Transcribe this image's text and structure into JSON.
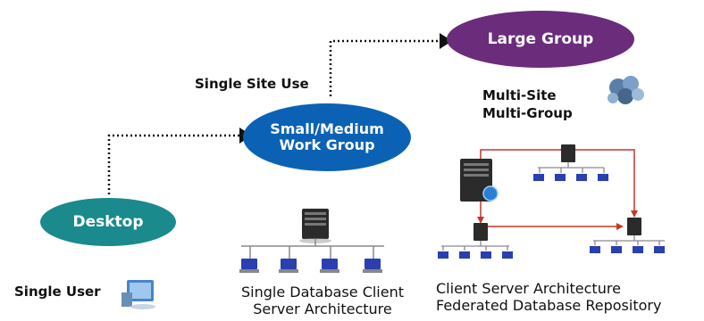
{
  "nodes": {
    "desktop": {
      "label": "Desktop",
      "color": "#1a8a8c"
    },
    "small_medium": {
      "line1": "Small/Medium",
      "line2": "Work Group",
      "color": "#0b62b5"
    },
    "large_group": {
      "label": "Large Group",
      "color": "#6a2c7b"
    }
  },
  "labels": {
    "single_user": "Single User",
    "single_site_use": "Single Site Use",
    "multi_site": "Multi-Site",
    "multi_group": "Multi-Group",
    "single_db_line1": "Single Database Client",
    "single_db_line2": "Server Architecture",
    "client_server_line1": "Client Server Architecture",
    "client_server_line2": "Federated Database Repository"
  },
  "colors": {
    "connector_dotted": "#111111",
    "network_line": "#8a8a8a",
    "federation_link": "#c0392b",
    "server": "#2b2b2b",
    "workstation": "#2a3fb0"
  },
  "icons": [
    "desktop-computer-icon",
    "server-icon",
    "workstation-icon",
    "globe-icon",
    "network-cloud-icon"
  ]
}
